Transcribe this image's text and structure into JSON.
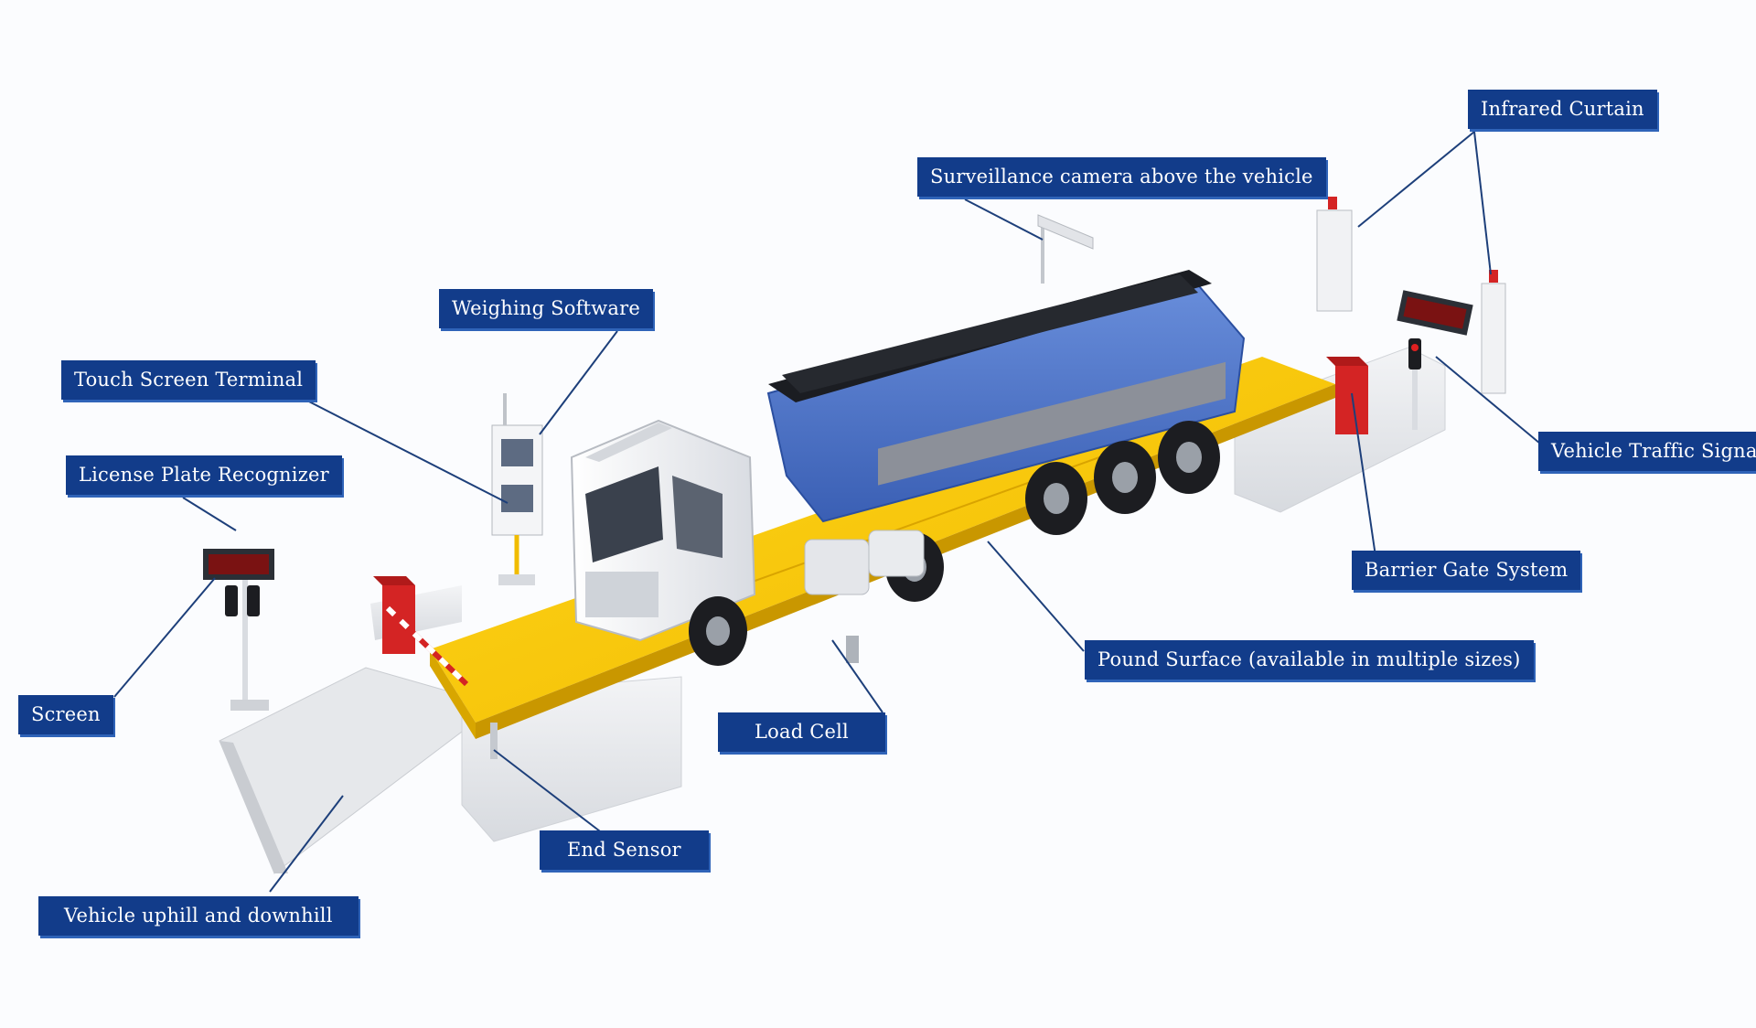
{
  "diagram": {
    "labels": {
      "infrared_curtain": "Infrared Curtain",
      "surveillance_camera": "Surveillance camera above the vehicle",
      "weighing_software": "Weighing Software",
      "touch_screen_terminal": "Touch Screen Terminal",
      "license_plate_recognizer": "License Plate Recognizer",
      "vehicle_traffic_signal": "Vehicle Traffic Signal",
      "barrier_gate_system": "Barrier Gate System",
      "pound_surface": "Pound Surface (available in multiple sizes)",
      "screen": "Screen",
      "load_cell": "Load Cell",
      "end_sensor": "End Sensor",
      "vehicle_ramp": "Vehicle uphill and downhill"
    },
    "colors": {
      "label_bg": "#123c8a",
      "label_shadow": "#2f63b8",
      "leader_line": "#1d3f7a",
      "platform": "#f5c400",
      "concrete": "#e9ebee",
      "trailer": "#4a73c9",
      "cab": "#f3f4f6",
      "barrier": "#d42424",
      "load": "#1b1d22"
    },
    "icons": [
      "truck-illustration",
      "barrier-gate-icon",
      "traffic-light-icon",
      "camera-pole-icon",
      "terminal-kiosk-icon",
      "led-display-icon"
    ]
  }
}
